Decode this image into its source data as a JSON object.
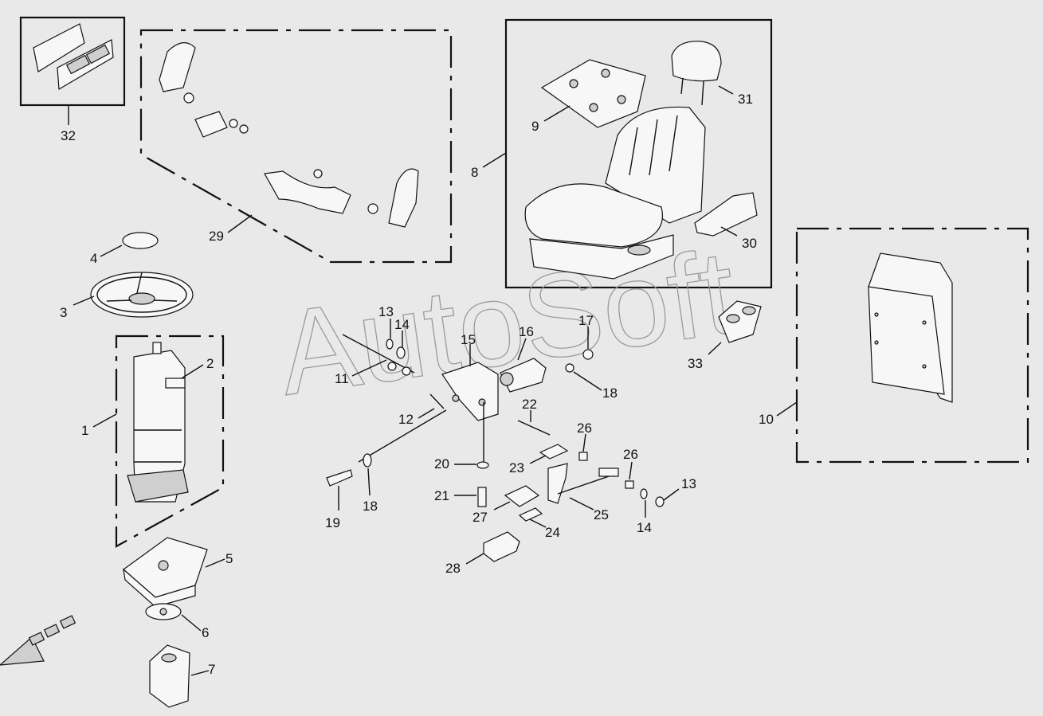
{
  "watermark": "AutoSoft",
  "callouts": {
    "c1": "1",
    "c2": "2",
    "c3": "3",
    "c4": "4",
    "c5": "5",
    "c6": "6",
    "c7": "7",
    "c8": "8",
    "c9": "9",
    "c10": "10",
    "c11": "11",
    "c12": "12",
    "c13a": "13",
    "c13b": "13",
    "c14a": "14",
    "c14b": "14",
    "c15": "15",
    "c16": "16",
    "c17": "17",
    "c18a": "18",
    "c18b": "18",
    "c19": "19",
    "c20": "20",
    "c21": "21",
    "c22": "22",
    "c23": "23",
    "c24": "24",
    "c25": "25",
    "c26a": "26",
    "c26b": "26",
    "c27": "27",
    "c28": "28",
    "c29": "29",
    "c30": "30",
    "c31": "31",
    "c32": "32",
    "c33": "33"
  },
  "colors": {
    "background": "#e9e9e9",
    "ink": "#111111",
    "watermark": "#9a9a9a"
  }
}
